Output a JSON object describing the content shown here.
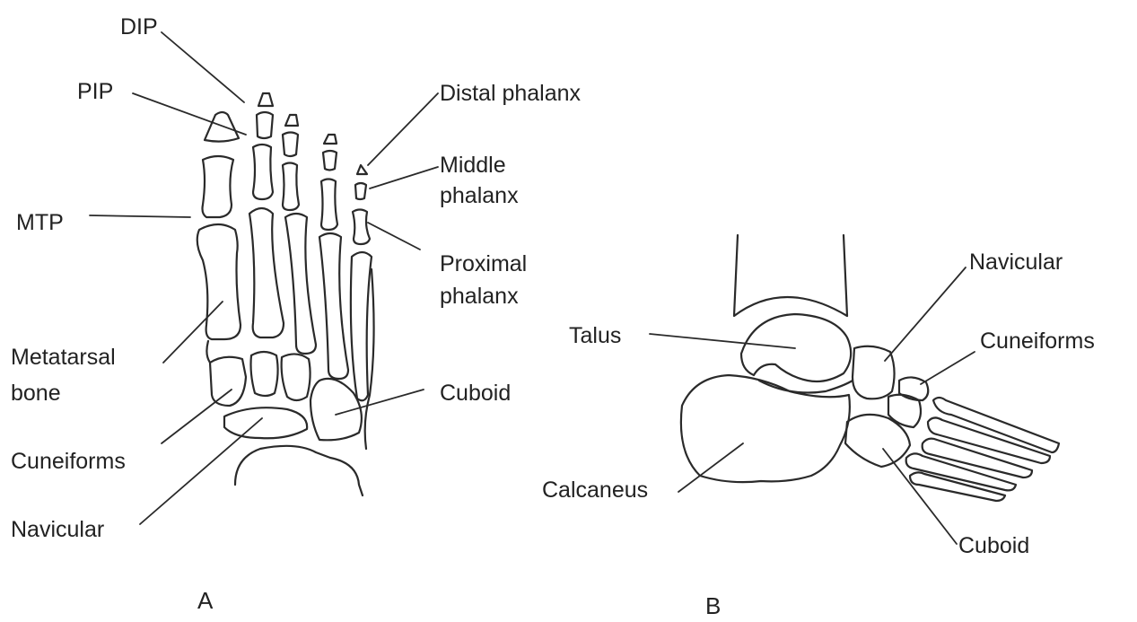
{
  "figure_a": {
    "caption": "A",
    "labels": {
      "dip": "DIP",
      "pip": "PIP",
      "mtp": "MTP",
      "distal_phalanx": "Distal phalanx",
      "middle_phalanx_1": "Middle",
      "middle_phalanx_2": "phalanx",
      "proximal_phalanx_1": "Proximal",
      "proximal_phalanx_2": "phalanx",
      "metatarsal_1": "Metatarsal",
      "metatarsal_2": "bone",
      "cuneiforms": "Cuneiforms",
      "navicular": "Navicular",
      "cuboid": "Cuboid"
    }
  },
  "figure_b": {
    "caption": "B",
    "labels": {
      "talus": "Talus",
      "calcaneus": "Calcaneus",
      "navicular": "Navicular",
      "cuneiforms": "Cuneiforms",
      "cuboid": "Cuboid"
    }
  }
}
